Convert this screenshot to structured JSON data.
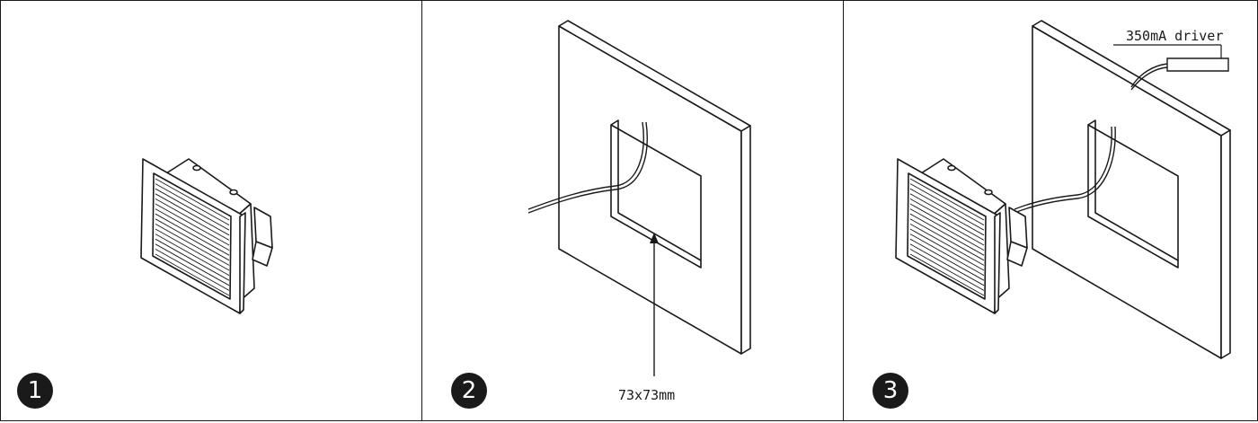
{
  "panels": [
    {
      "step": "1"
    },
    {
      "step": "2",
      "cutout_label": "73x73mm"
    },
    {
      "step": "3",
      "driver_label": "350mA driver"
    }
  ]
}
